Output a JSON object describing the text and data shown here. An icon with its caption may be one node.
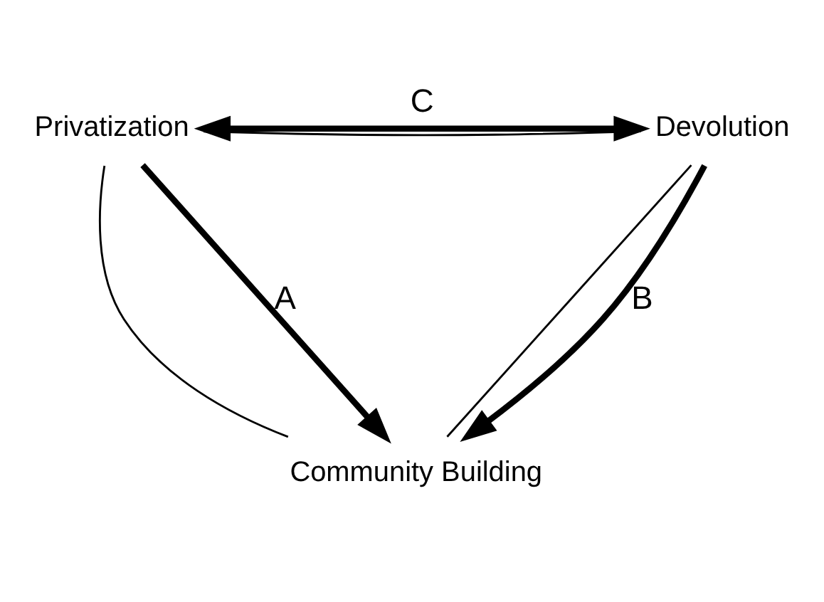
{
  "diagram": {
    "nodes": [
      {
        "text": [
          "Privatization"
        ]
      },
      {
        "text": [
          "Devolution"
        ]
      },
      {
        "text": [
          "Community Building"
        ]
      }
    ],
    "edges": [
      {
        "from": 0,
        "to": 1,
        "arrow": "none"
      },
      {
        "from": 0,
        "to": 2,
        "arrow": "none"
      },
      {
        "from": 1,
        "to": 2,
        "arrow": "none"
      },
      {
        "from": 0,
        "to": 1,
        "arrow": "both",
        "label": "C",
        "style": "thick"
      },
      {
        "from": 0,
        "to": 2,
        "arrow": "to",
        "label": "A",
        "style": "thick"
      },
      {
        "from": 1,
        "to": 2,
        "arrow": "to",
        "label": "B",
        "style": "thick"
      }
    ]
  }
}
